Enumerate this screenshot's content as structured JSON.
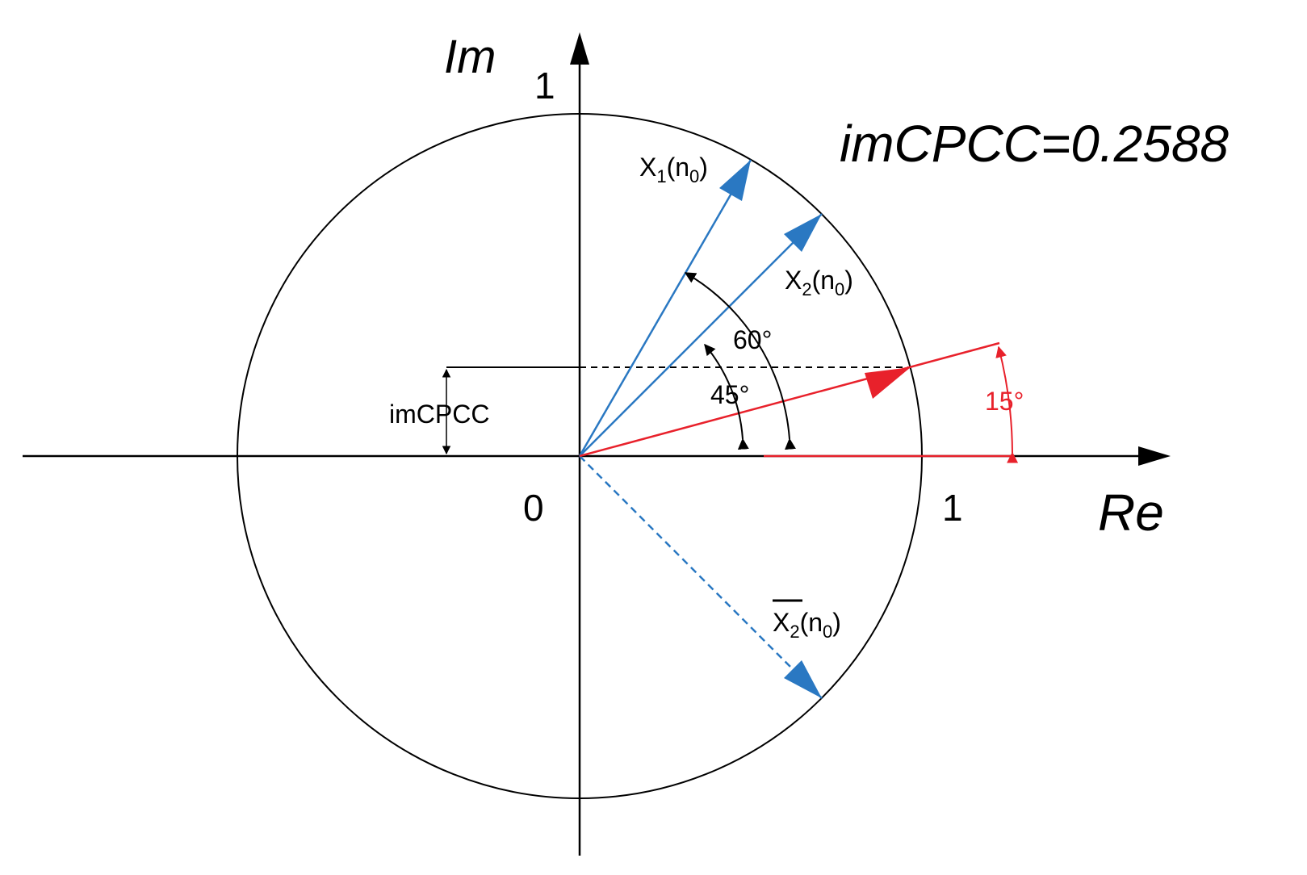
{
  "colors": {
    "axis": "#000000",
    "circle": "#000000",
    "vector_blue": "#2a78c2",
    "vector_red": "#e8212b",
    "angle_red": "#e8212b",
    "text": "#000000"
  },
  "axes": {
    "re_label": "Re",
    "im_label": "Im",
    "origin_label": "0",
    "re_one_label": "1",
    "im_one_label": "1"
  },
  "headline": {
    "text": "imCPCC=0.2588"
  },
  "vectors": {
    "x1": {
      "base": "X",
      "sub": "1",
      "arg": "n",
      "arg_sub": "0",
      "angle_deg": 60,
      "magnitude": 1
    },
    "x2": {
      "base": "X",
      "sub": "2",
      "arg": "n",
      "arg_sub": "0",
      "angle_deg": 45,
      "magnitude": 1
    },
    "x2_conj": {
      "base": "X",
      "sub": "2",
      "arg": "n",
      "arg_sub": "0",
      "angle_deg": -45,
      "magnitude": 1
    },
    "difference": {
      "angle_deg": 15,
      "magnitude": 1
    }
  },
  "angles": {
    "a60": "60°",
    "a45": "45°",
    "a15": "15°"
  },
  "imcpcc_marker": {
    "label": "imCPCC",
    "value": 0.2588
  },
  "icons": {
    "arrowhead": "triangle-arrowhead-icon"
  }
}
